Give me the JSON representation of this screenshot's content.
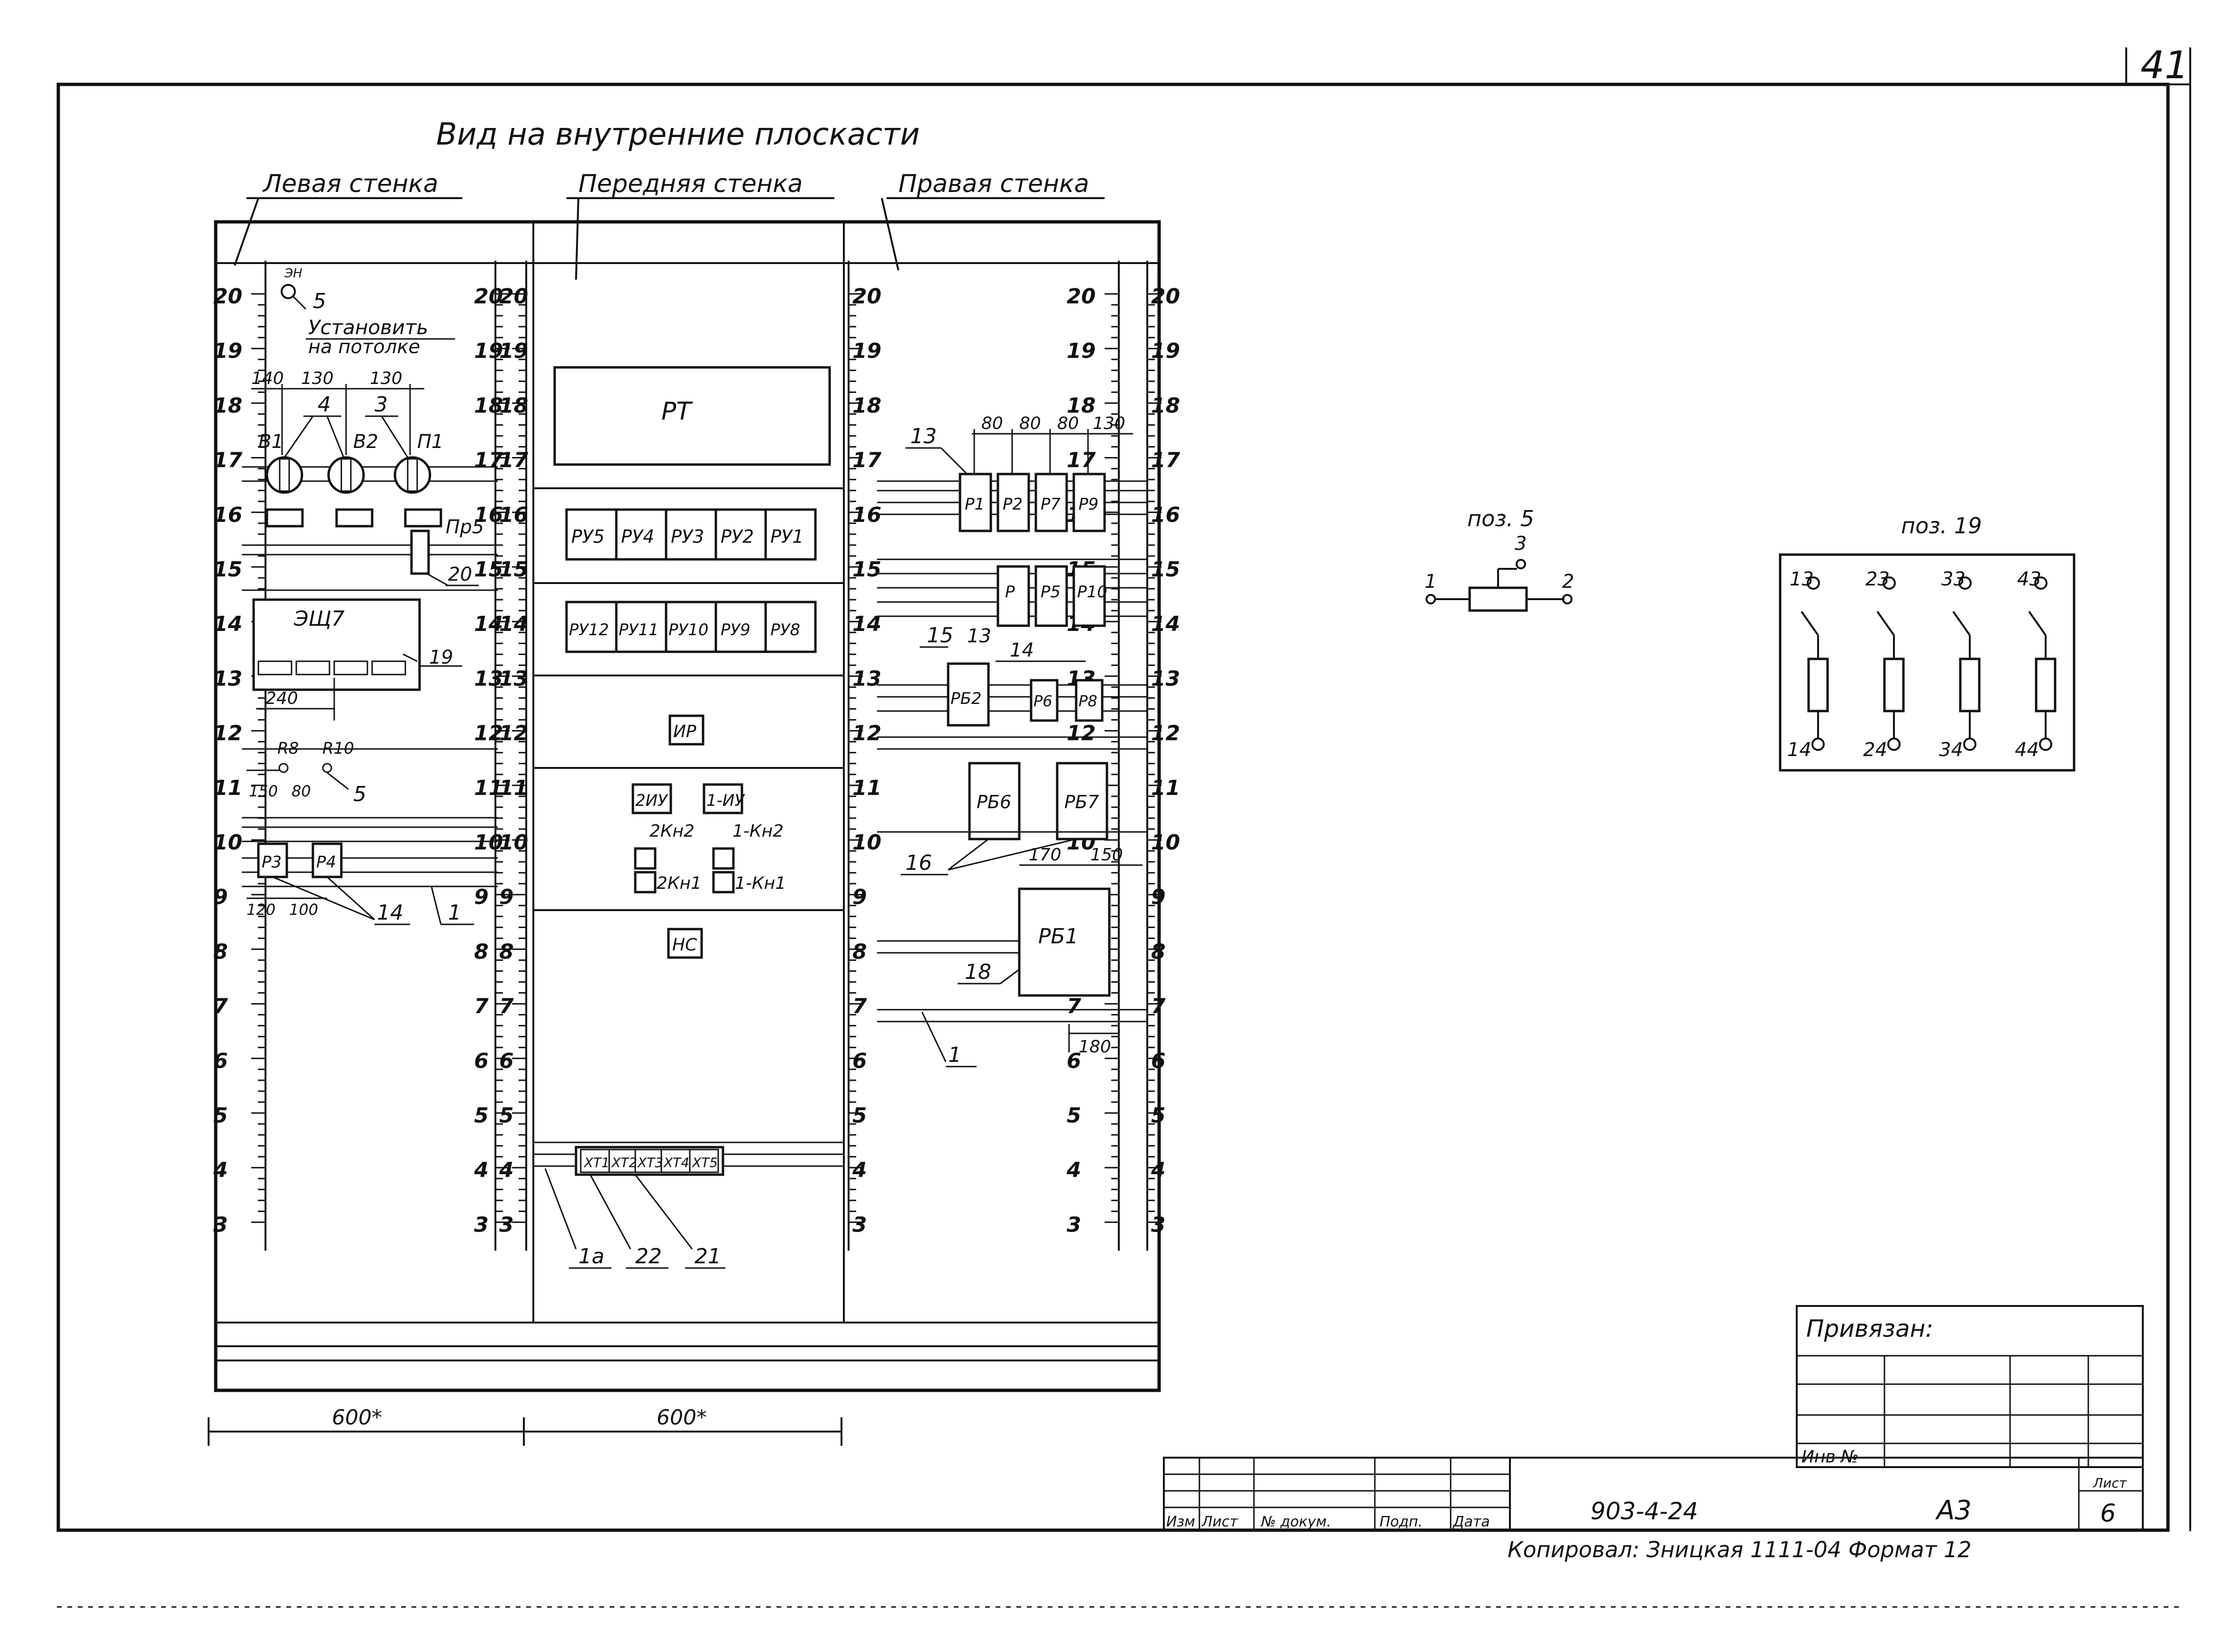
{
  "sheet_number": "41",
  "title": "Вид на внутренние плоскасти",
  "walls": {
    "left": "Левая стенка",
    "front": "Передняя стенка",
    "right": "Правая стенка"
  },
  "ruler_marks": [
    "20",
    "19",
    "18",
    "17",
    "16",
    "15",
    "14",
    "13",
    "12",
    "11",
    "10",
    "9",
    "8",
    "7",
    "6",
    "5",
    "4",
    "3"
  ],
  "left_wall": {
    "lamp_code": "ЭН",
    "lamp_pos": "5",
    "note_line1": "Установить",
    "note_line2": "на потолке",
    "dims_top": [
      "140",
      "130",
      "130"
    ],
    "callouts_top": [
      "4",
      "3"
    ],
    "switch_labels": [
      "В1",
      "В2",
      "П1"
    ],
    "fuse_label": "Пр5",
    "callout_20": "20",
    "panel_label": "ЭЩ7",
    "callout_19": "19",
    "dim_240": "240",
    "resistor_labels": [
      "R8",
      "R10"
    ],
    "dims_res": [
      "150",
      "80"
    ],
    "callout_5": "5",
    "relay_labels": [
      "Р3",
      "Р4"
    ],
    "dims_relay": [
      "120",
      "100"
    ],
    "callout_14": "14",
    "callout_1": "1"
  },
  "front_wall": {
    "rt": "РТ",
    "ru_row1": [
      "РУ5",
      "РУ4",
      "РУ3",
      "РУ2",
      "РУ1"
    ],
    "ru_row2": [
      "РУ12",
      "РУ11",
      "РУ10",
      "РУ9",
      "РУ8"
    ],
    "ir": "ИР",
    "block_2iu": "2ИУ",
    "block_1iu": "1-ИУ",
    "kn_labels": [
      "2Кн2",
      "1-Кн2",
      "2Кн1",
      "1-Кн1"
    ],
    "ns": "НС",
    "terminals": [
      "ХТ1",
      "ХТ2",
      "ХТ3",
      "ХТ4",
      "ХТ5"
    ],
    "callouts": [
      "1а",
      "22",
      "21"
    ]
  },
  "right_wall": {
    "dims_top": [
      "80",
      "80",
      "80",
      "130"
    ],
    "callout_13": "13",
    "relays_row1": [
      "Р1",
      "Р2",
      "Р7",
      "Р9"
    ],
    "relays_row2": [
      "Р",
      "Р5",
      "Р10"
    ],
    "callout_15": "15",
    "callout_14": "14",
    "relays_row3": [
      "РБ2",
      "Р6",
      "Р8"
    ],
    "relays_row4": [
      "РБ6",
      "РБ7"
    ],
    "callout_16": "16",
    "dims_mid": [
      "170",
      "150"
    ],
    "rb1": "РБ1",
    "callout_18": "18",
    "dim_180": "180",
    "callout_1": "1"
  },
  "width_dims": [
    "600*",
    "600*"
  ],
  "pos5": {
    "label": "поз. 5",
    "terminals": [
      "1",
      "2",
      "3"
    ]
  },
  "pos19": {
    "label": "поз. 19",
    "top": [
      "13",
      "23",
      "33",
      "43"
    ],
    "bottom": [
      "14",
      "24",
      "34",
      "44"
    ]
  },
  "title_block": {
    "privyazan": "Привязан:",
    "inv_no": "Инв №",
    "cols": [
      "Изм",
      "Лист",
      "№ докум.",
      "Подп.",
      "Дата"
    ],
    "doc_code": "903-4-24",
    "sheet_label": "Лист",
    "format_code": "А3",
    "sheet_no": "6",
    "footer": "Копировал: Зницкая  1111-04  Формат 12"
  }
}
